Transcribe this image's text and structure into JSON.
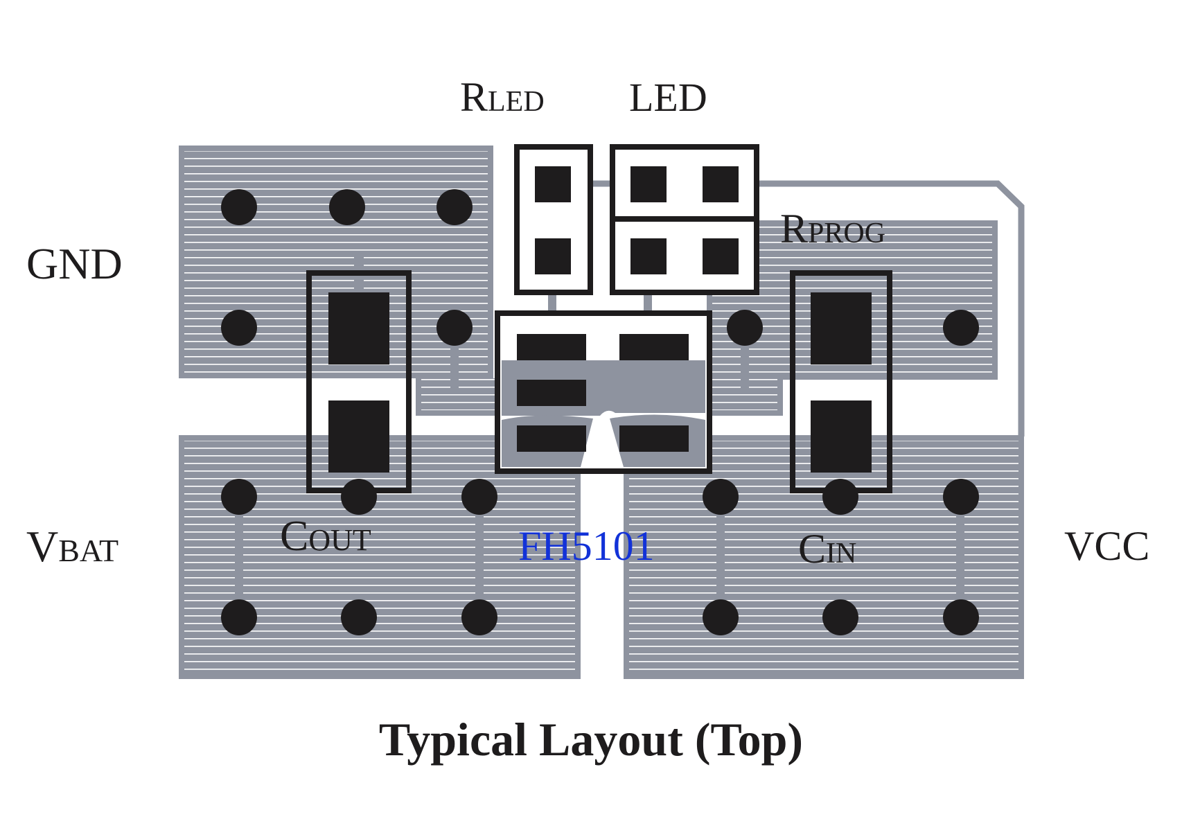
{
  "colors": {
    "copper": "#8e939f",
    "hatch": "#ffffff",
    "trace": "#8e939f",
    "silkscreen": "#1e1c1d",
    "pad": "#1e1c1d",
    "via": "#1e1c1d",
    "text": "#1e1c1d",
    "chip_label": "#1232d8"
  },
  "labels": {
    "gnd": "GND",
    "vbat": {
      "main": "V",
      "sub": "BAT"
    },
    "vcc": "VCC",
    "rled": {
      "main": "R",
      "sub": "LED"
    },
    "led": "LED",
    "rprog": {
      "main": "R",
      "sub": "PROG"
    },
    "cout": {
      "main": "C",
      "sub": "OUT"
    },
    "cin": {
      "main": "C",
      "sub": "IN"
    },
    "chip": "FH5101"
  },
  "title": "Typical Layout (Top)"
}
